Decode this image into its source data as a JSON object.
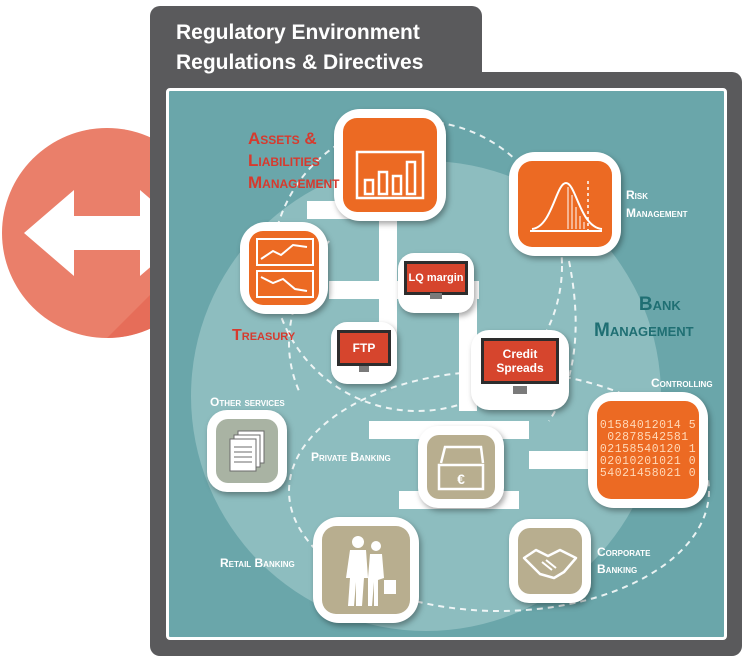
{
  "header": {
    "line1": "Regulatory Environment",
    "line2": "Regulations & Directives"
  },
  "labels": {
    "alm1": "Assets &",
    "alm2": "Liabilities",
    "alm3": "Management",
    "risk1": "Risk",
    "risk2": "Management",
    "treasury": "Treasury",
    "bank1": "Bank",
    "bank2": "Management",
    "controlling": "Controlling",
    "other_services": "Other services",
    "private_banking": "Private Banking",
    "retail_banking": "Retail Banking",
    "corporate1": "Corporate",
    "corporate2": "Banking"
  },
  "monitors": {
    "lq": "LQ margin",
    "ftp": "FTP",
    "credit1": "Credit",
    "credit2": "Spreads"
  },
  "code_lines": [
    "01584012014 5",
    "02878542581",
    "02158540120 1",
    "02010201021 0",
    "54021458021 0"
  ],
  "colors": {
    "orange": "#ec6a23",
    "teal": "#6aa6aa",
    "frame": "#5a5a5c",
    "red_label": "#d63a2e",
    "khaki": "#b8ae8f",
    "arrow_circle": "#ea7f6a"
  },
  "icons": {
    "arrow": "double-arrow-icon",
    "alm": "bar-chart-icon",
    "risk": "distribution-curve-icon",
    "treasury": "trend-charts-icon",
    "controlling": "numbers-icon",
    "other_services": "documents-icon",
    "private_banking": "treasure-chest-icon",
    "retail_banking": "shoppers-icon",
    "corporate_banking": "handshake-icon"
  }
}
